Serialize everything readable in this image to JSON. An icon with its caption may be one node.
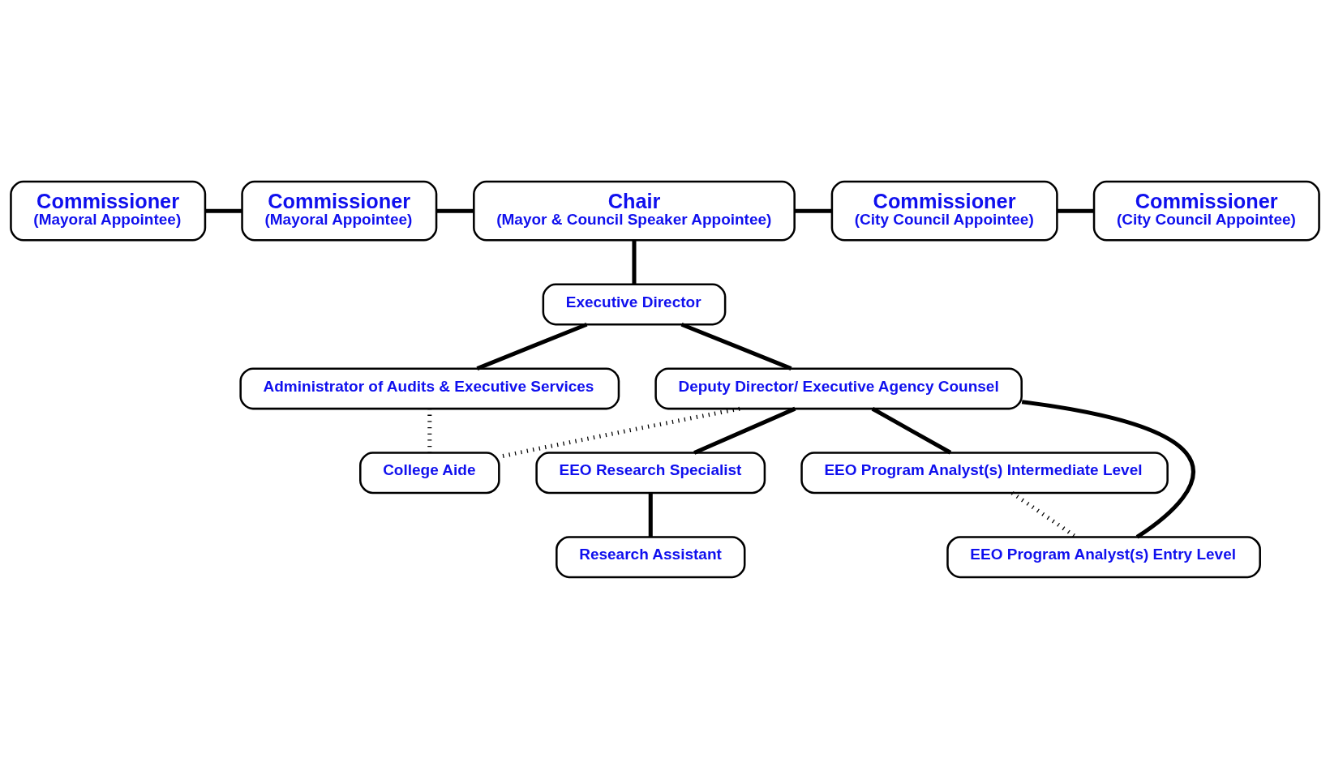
{
  "diagram": {
    "nodes": [
      {
        "text": [
          "Commissioner",
          "(Mayoral Appointee)"
        ]
      },
      {
        "text": [
          "Commissioner",
          "(Mayoral Appointee)"
        ]
      },
      {
        "text": [
          "Chair",
          "(Mayor & Council Speaker Appointee)"
        ]
      },
      {
        "text": [
          "Commissioner",
          "(City Council Appointee)"
        ]
      },
      {
        "text": [
          "Commissioner",
          "(City Council Appointee)"
        ]
      },
      {
        "text": [
          "Executive Director"
        ]
      },
      {
        "text": [
          "Administrator of Audits & Executive Services"
        ]
      },
      {
        "text": [
          "Deputy Director/ Executive Agency Counsel"
        ]
      },
      {
        "text": [
          "College Aide"
        ]
      },
      {
        "text": [
          "EEO Research Specialist"
        ]
      },
      {
        "text": [
          "EEO Program Analyst(s) Intermediate Level"
        ]
      },
      {
        "text": [
          "Research Assistant"
        ]
      },
      {
        "text": [
          "EEO Program Analyst(s) Entry Level"
        ]
      }
    ],
    "edges": [
      {
        "from": 0,
        "to": 1,
        "arrow": "none"
      },
      {
        "from": 1,
        "to": 2,
        "arrow": "none"
      },
      {
        "from": 2,
        "to": 3,
        "arrow": "none"
      },
      {
        "from": 3,
        "to": 4,
        "arrow": "none"
      },
      {
        "from": 2,
        "to": 5,
        "arrow": "none"
      },
      {
        "from": 5,
        "to": 6,
        "arrow": "none"
      },
      {
        "from": 5,
        "to": 7,
        "arrow": "none"
      },
      {
        "from": 6,
        "to": 8,
        "arrow": "none",
        "style": "dashed"
      },
      {
        "from": 7,
        "to": 8,
        "arrow": "none",
        "style": "dashed"
      },
      {
        "from": 7,
        "to": 9,
        "arrow": "none"
      },
      {
        "from": 7,
        "to": 10,
        "arrow": "none"
      },
      {
        "from": 7,
        "to": 12,
        "arrow": "none"
      },
      {
        "from": 9,
        "to": 11,
        "arrow": "none"
      },
      {
        "from": 10,
        "to": 12,
        "arrow": "none",
        "style": "dashed"
      }
    ]
  }
}
